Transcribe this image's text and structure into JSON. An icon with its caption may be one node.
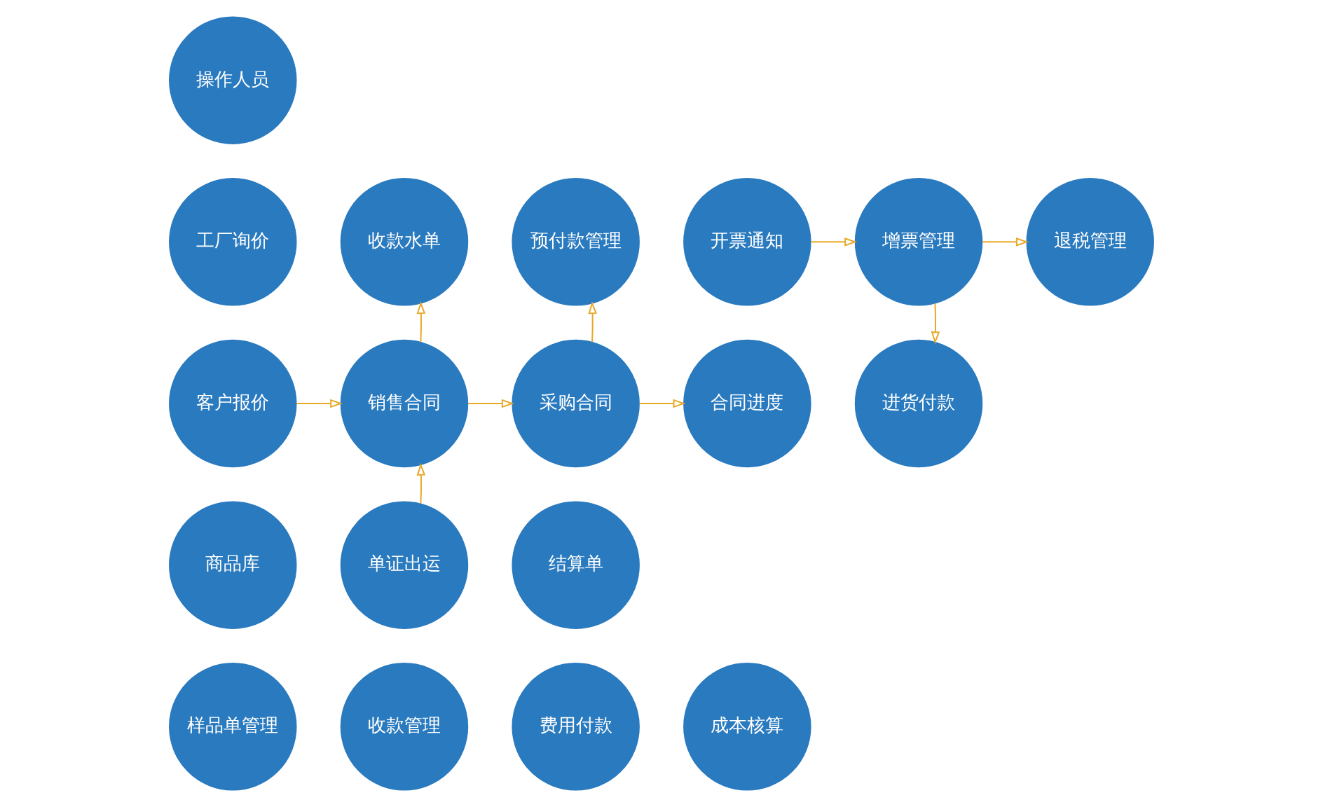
{
  "diagram": {
    "nodes": [
      {
        "text": [
          "操作人员"
        ]
      },
      {
        "text": [
          "工厂询价"
        ]
      },
      {
        "text": [
          "收款水单"
        ]
      },
      {
        "text": [
          "预付款管理"
        ]
      },
      {
        "text": [
          "开票通知"
        ]
      },
      {
        "text": [
          "增票管理"
        ]
      },
      {
        "text": [
          "退税管理"
        ]
      },
      {
        "text": [
          "客户报价"
        ]
      },
      {
        "text": [
          "销售合同"
        ]
      },
      {
        "text": [
          "采购合同"
        ]
      },
      {
        "text": [
          "合同进度"
        ]
      },
      {
        "text": [
          "进货付款"
        ]
      },
      {
        "text": [
          "商品库"
        ]
      },
      {
        "text": [
          "单证出运"
        ]
      },
      {
        "text": [
          "结算单"
        ]
      },
      {
        "text": [
          "样品单管理"
        ]
      },
      {
        "text": [
          "收款管理"
        ]
      },
      {
        "text": [
          "费用付款"
        ]
      },
      {
        "text": [
          "成本核算"
        ]
      }
    ],
    "edges": [
      {
        "from": 4,
        "to": 5,
        "arrow": "to"
      },
      {
        "from": 5,
        "to": 6,
        "arrow": "to"
      },
      {
        "from": 8,
        "to": 2,
        "arrow": "to"
      },
      {
        "from": 9,
        "to": 3,
        "arrow": "to"
      },
      {
        "from": 5,
        "to": 11,
        "arrow": "to"
      },
      {
        "from": 7,
        "to": 8,
        "arrow": "to"
      },
      {
        "from": 8,
        "to": 9,
        "arrow": "to"
      },
      {
        "from": 9,
        "to": 10,
        "arrow": "to"
      },
      {
        "from": 13,
        "to": 8,
        "arrow": "to"
      }
    ]
  }
}
